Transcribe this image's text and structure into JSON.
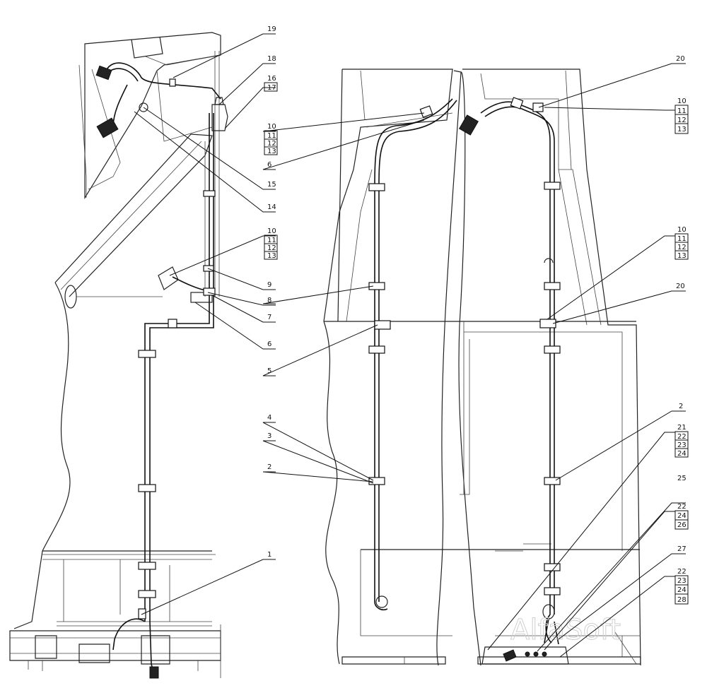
{
  "watermark": "AlfaSoft",
  "callouts": {
    "c19": "19",
    "c18": "18",
    "c16": "16",
    "c17": "17",
    "c15": "15",
    "c14": "14",
    "c10a": "10",
    "c11a": "11",
    "c12a": "12",
    "c13a": "13",
    "c9": "9",
    "c8": "8",
    "c7": "7",
    "c6a": "6",
    "c1": "1",
    "c10b": "10",
    "c11b": "11",
    "c12b": "12",
    "c13b": "13",
    "c6b": "6",
    "c5": "5",
    "c4": "4",
    "c3": "3",
    "c2a": "2",
    "c20a": "20",
    "c10c": "10",
    "c11c": "11",
    "c12c": "12",
    "c13c": "13",
    "c10d": "10",
    "c11d": "11",
    "c12d": "12",
    "c13d": "13",
    "c20b": "20",
    "c2b": "2",
    "c21": "21",
    "c22a": "22",
    "c23a": "23",
    "c24a": "24",
    "c25": "25",
    "c22b": "22",
    "c24b": "24",
    "c26": "26",
    "c27": "27",
    "c22c": "22",
    "c23b": "23",
    "c24c": "24",
    "c28": "28"
  }
}
